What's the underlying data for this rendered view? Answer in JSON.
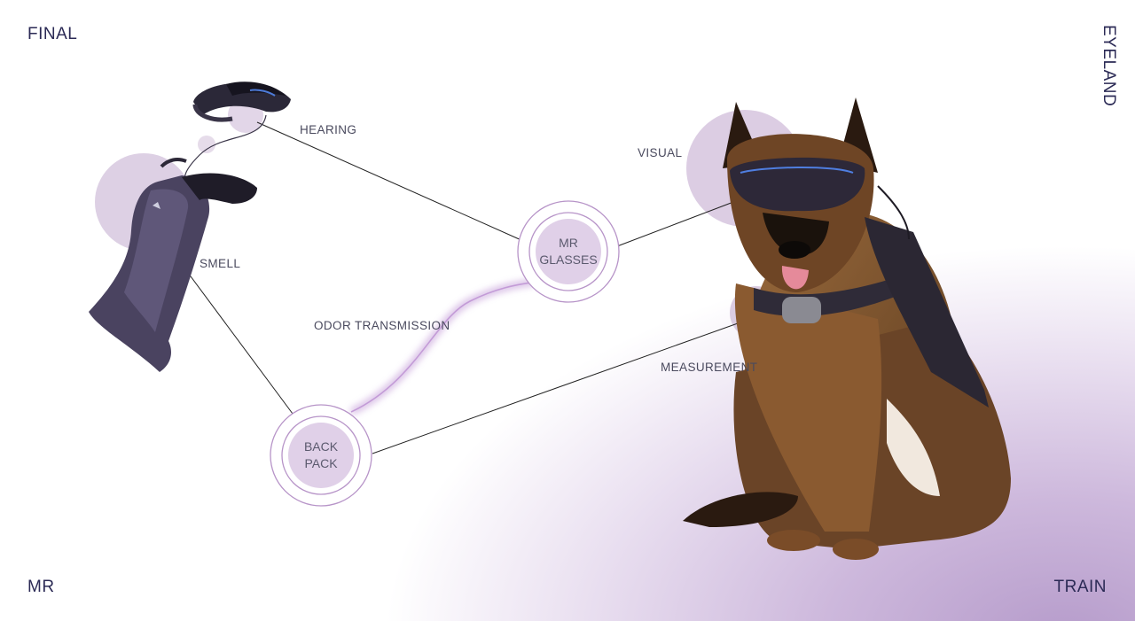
{
  "corners": {
    "top_left": "FINAL",
    "top_right": "EYELAND",
    "bottom_left": "MR",
    "bottom_right": "TRAIN"
  },
  "labels": {
    "hearing": "HEARING",
    "smell": "SMELL",
    "visual": "VISUAL",
    "odor": "ODOR TRANSMISSION",
    "measurement": "MEASUREMENT"
  },
  "nodes": {
    "mr_glasses": {
      "line1": "MR",
      "line2": "GLASSES"
    },
    "back_pack": {
      "line1": "BACK",
      "line2": "PACK"
    }
  },
  "colors": {
    "accent": "#b794c8",
    "text_dark": "#2b2a55",
    "bubble": "#d8c4e2"
  }
}
